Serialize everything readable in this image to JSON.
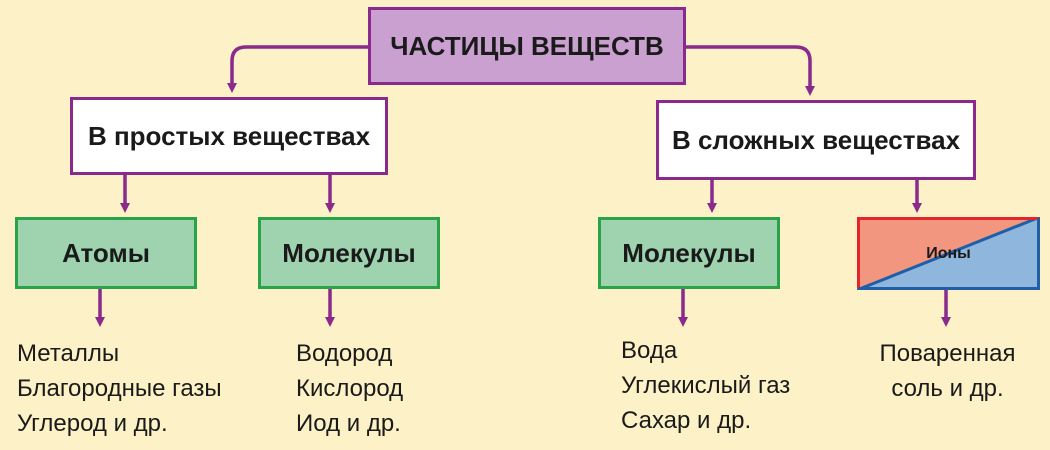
{
  "root": {
    "label": "ЧАСТИЦЫ ВЕЩЕСТВ"
  },
  "categories": [
    {
      "label": "В простых веществах"
    },
    {
      "label": "В сложных веществах"
    }
  ],
  "particles": [
    {
      "label": "Атомы"
    },
    {
      "label": "Молекулы"
    },
    {
      "label": "Молекулы"
    },
    {
      "label": "Ионы"
    }
  ],
  "examples": {
    "atoms": [
      "Металлы",
      "Благородные газы",
      "Углерод и др."
    ],
    "molecules_simple": [
      "Водород",
      "Кислород",
      "Иод и др."
    ],
    "molecules_complex": [
      "Вода",
      "Углекислый газ",
      "Сахар и др."
    ],
    "ions": [
      "Поваренная",
      "соль и др."
    ]
  },
  "colors": {
    "background": "#fdf2c7",
    "connector": "#8a2a8c",
    "root_fill": "#c9a0d0",
    "particle_fill": "#9fd3b0",
    "particle_border": "#28a347",
    "ions_red": "#f29680",
    "ions_blue": "#8fb6dd",
    "ions_border_red": "#e3262b",
    "ions_border_blue": "#1f5fa8"
  }
}
